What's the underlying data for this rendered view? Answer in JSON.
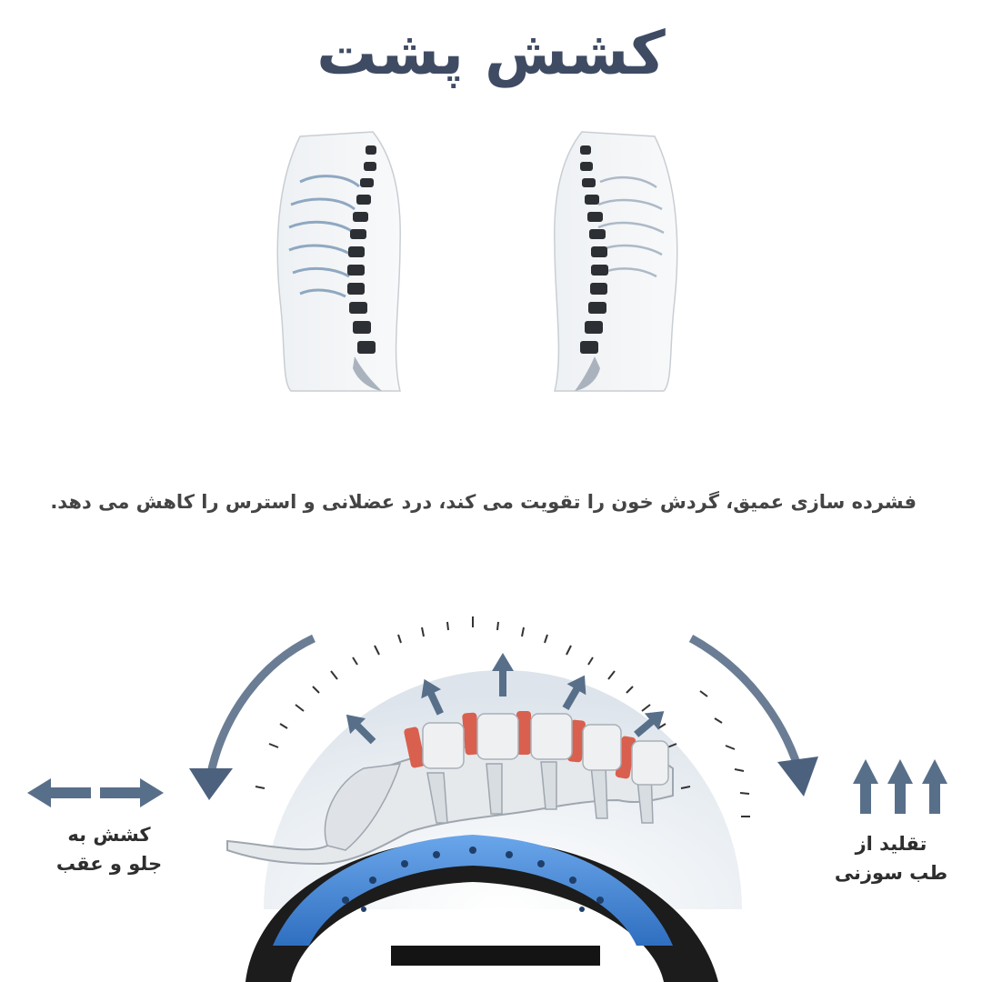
{
  "title": "کشش پشت",
  "description": "فشرده سازی عمیق، گردش خون را تقویت می کند، درد عضلانی و استرس را کاهش می دهد.",
  "features": {
    "left": {
      "line1": "کشش به",
      "line2": "جلو و عقب",
      "icon": "horizontal-double-arrow-icon"
    },
    "right": {
      "line1": "تقلید از",
      "line2": "طب سوزنی",
      "icon": "triple-up-arrow-icon"
    }
  },
  "colors": {
    "title": "#3e4b63",
    "arrow": "#5a6e88",
    "device_blue": "#3f7fd1",
    "device_black": "#1c1c1c",
    "disc_red": "#d9604e"
  }
}
